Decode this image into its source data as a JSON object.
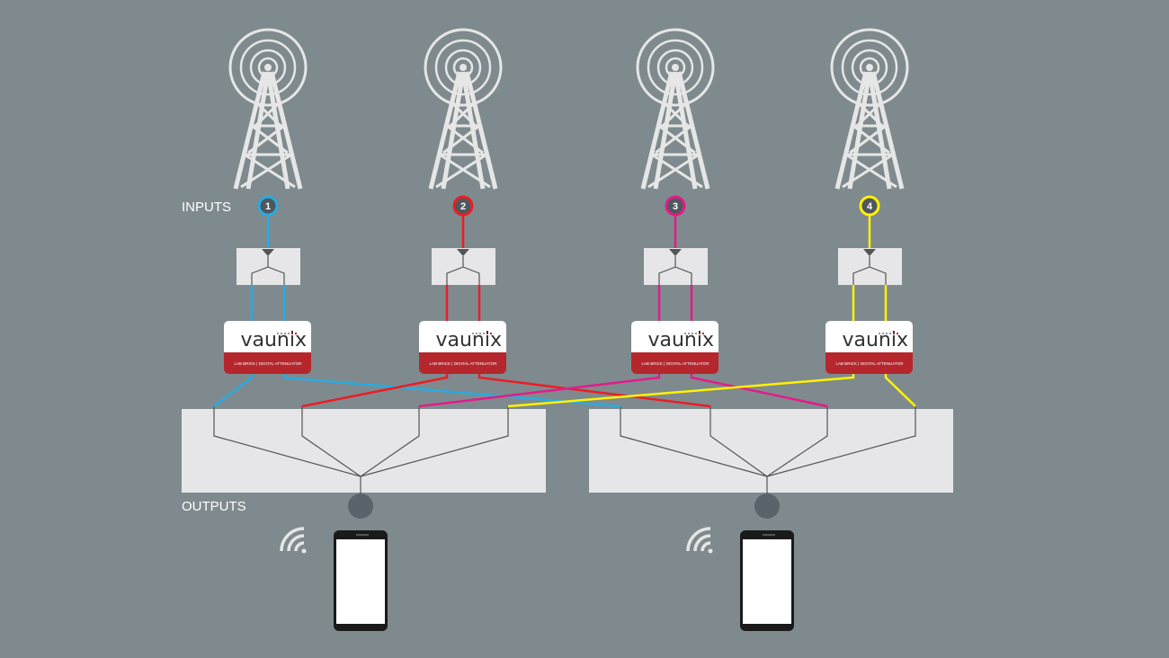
{
  "labels": {
    "inputs": "INPUTS",
    "outputs": "OUTPUTS"
  },
  "inputs": [
    {
      "number": "1",
      "color": "#29abe2"
    },
    {
      "number": "2",
      "color": "#ed1c24"
    },
    {
      "number": "3",
      "color": "#e6198a"
    },
    {
      "number": "4",
      "color": "#fff200"
    }
  ],
  "attenuator": {
    "brand": "vaunix",
    "subtitle": "LAB BRICK | DIGITAL ATTENUATOR"
  },
  "colors": {
    "background": "#7f8a8e",
    "panel": "#e6e6e8",
    "attenuator_band": "#b5262d",
    "tower": "#e6e6e6"
  }
}
